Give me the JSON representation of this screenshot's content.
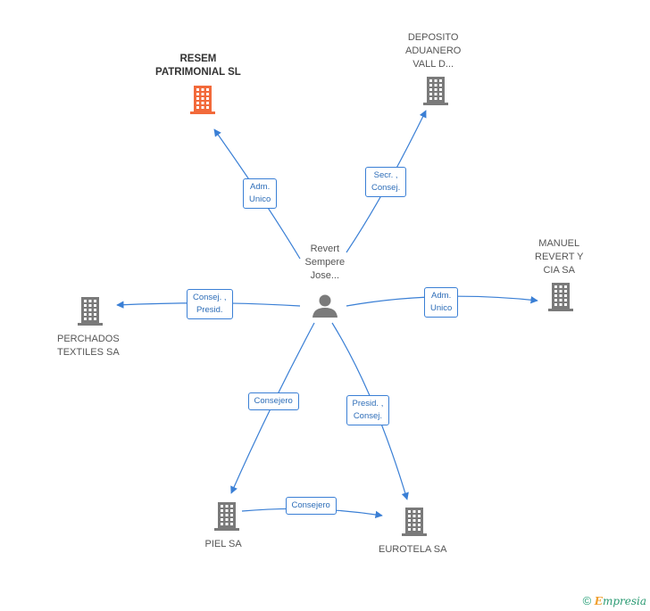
{
  "colors": {
    "edge": "#3a7fd5",
    "building": "#7a7a7a",
    "building_main": "#f26a3b",
    "person": "#7a7a7a"
  },
  "center": {
    "name_lines": [
      "Revert",
      "Sempere",
      "Jose..."
    ],
    "icon": "person-icon"
  },
  "nodes": [
    {
      "id": "resem",
      "lines": [
        "RESEM",
        "PATRIMONIAL SL"
      ],
      "main": true,
      "icon": "building-icon"
    },
    {
      "id": "deposito",
      "lines": [
        "DEPOSITO",
        "ADUANERO",
        "VALL D..."
      ],
      "main": false,
      "icon": "building-icon"
    },
    {
      "id": "manuel",
      "lines": [
        "MANUEL",
        "REVERT Y",
        "CIA SA"
      ],
      "main": false,
      "icon": "building-icon"
    },
    {
      "id": "perchados",
      "lines": [
        "PERCHADOS",
        "TEXTILES SA"
      ],
      "main": false,
      "icon": "building-icon"
    },
    {
      "id": "piel",
      "lines": [
        "PIEL SA"
      ],
      "main": false,
      "icon": "building-icon"
    },
    {
      "id": "eurotela",
      "lines": [
        "EUROTELA SA"
      ],
      "main": false,
      "icon": "building-icon"
    }
  ],
  "edges": [
    {
      "id": "to-resem",
      "lines": [
        "Adm.",
        "Unico"
      ]
    },
    {
      "id": "to-deposito",
      "lines": [
        "Secr. ,",
        "Consej."
      ]
    },
    {
      "id": "to-manuel",
      "lines": [
        "Adm.",
        "Unico"
      ]
    },
    {
      "id": "to-perchados",
      "lines": [
        "Consej. ,",
        "Presid."
      ]
    },
    {
      "id": "to-piel",
      "lines": [
        "Consejero"
      ]
    },
    {
      "id": "to-eurotela",
      "lines": [
        "Presid. ,",
        "Consej."
      ]
    },
    {
      "id": "piel-to-eurotela",
      "lines": [
        "Consejero"
      ]
    }
  ],
  "footer": {
    "copyright": "©",
    "brand_initial": "E",
    "brand_rest": "mpresia"
  }
}
